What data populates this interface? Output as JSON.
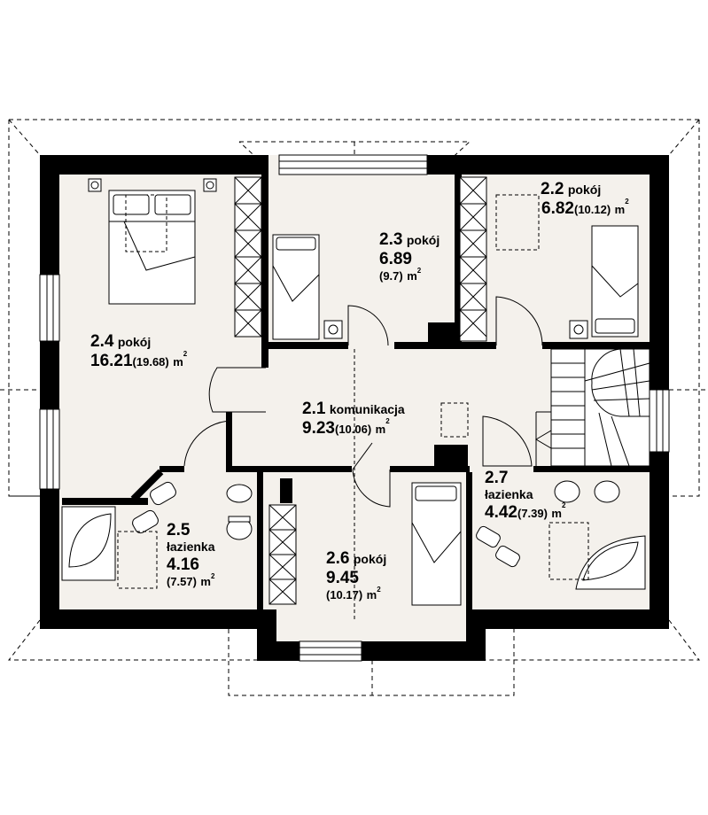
{
  "rooms": {
    "r21": {
      "number": "2.1",
      "name": "komunikacja",
      "area": "9.23",
      "area_total": "(10.06)",
      "unit": "m",
      "unit_sup": "2"
    },
    "r22": {
      "number": "2.2",
      "name": "pokój",
      "area": "6.82",
      "area_total": "(10.12)",
      "unit": "m",
      "unit_sup": "2"
    },
    "r23": {
      "number": "2.3",
      "name": "pokój",
      "area": "6.89",
      "area_total": "(9.7)",
      "unit": "m",
      "unit_sup": "2"
    },
    "r24": {
      "number": "2.4",
      "name": "pokój",
      "area": "16.21",
      "area_total": "(19.68)",
      "unit": "m",
      "unit_sup": "2"
    },
    "r25": {
      "number": "2.5",
      "name": "łazienka",
      "area": "4.16",
      "area_total": "(7.57)",
      "unit": "m",
      "unit_sup": "2"
    },
    "r26": {
      "number": "2.6",
      "name": "pokój",
      "area": "9.45",
      "area_total": "(10.17)",
      "unit": "m",
      "unit_sup": "2"
    },
    "r27": {
      "number": "2.7",
      "name": "łazienka",
      "area": "4.42",
      "area_total": "(7.39)",
      "unit": "m",
      "unit_sup": "2"
    }
  },
  "colors": {
    "wall": "#000000",
    "floor": "#f4f1ec",
    "line": "#000000",
    "background": "#ffffff"
  }
}
